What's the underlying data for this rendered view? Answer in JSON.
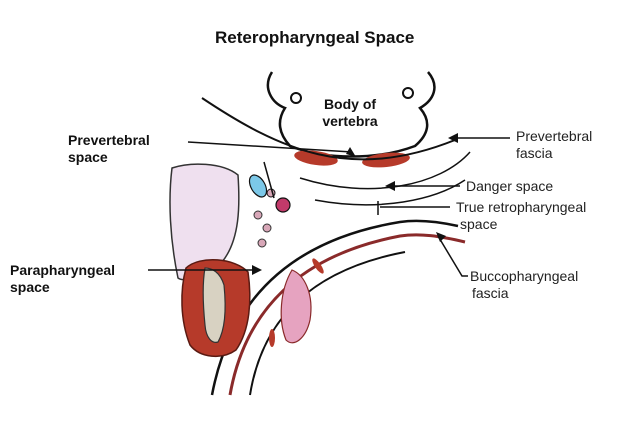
{
  "title": "Reteropharyngeal Space",
  "labels": {
    "body_line1": "Body of",
    "body_line2": "vertebra",
    "prevertebral_space_line1": "Prevertebral",
    "prevertebral_space_line2": "space",
    "prevertebral_fascia_line1": "Prevertebral",
    "prevertebral_fascia_line2": "fascia",
    "danger_space": "Danger space",
    "true_retro_line1": "True retropharyngeal",
    "true_retro_line2": "space",
    "parapharyngeal_line1": "Parapharyngeal",
    "parapharyngeal_line2": "space",
    "buccopharyngeal_line1": "Buccopharyngeal",
    "buccopharyngeal_line2": "fascia"
  },
  "colors": {
    "outline": "#111111",
    "muscle_red": "#b63a2a",
    "gland_pink": "#efe0ef",
    "carotid_blue": "#7cc8e8",
    "vessel_magenta": "#c23a6a",
    "tonsil_pink": "#e6a3c0",
    "mucosa_red": "#8a2a2a",
    "cartilage": "#d8d2c2"
  }
}
